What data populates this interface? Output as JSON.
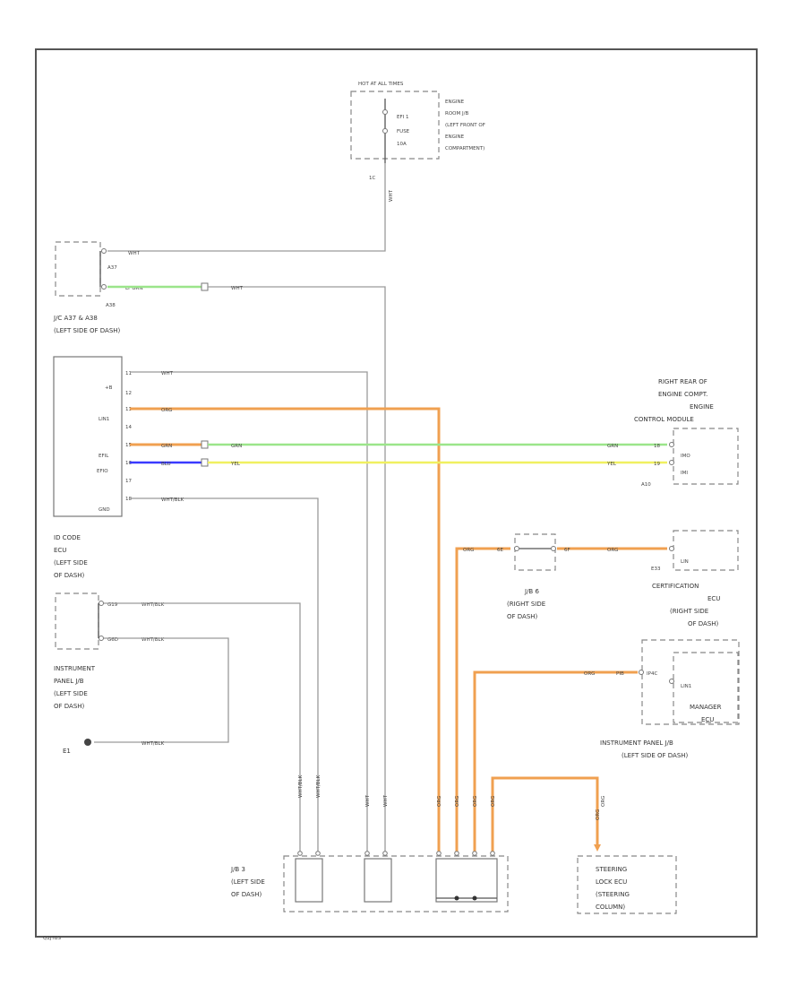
{
  "footer_id": "Q2JTBS",
  "fuse_box": {
    "header": "HOT AT ALL TIMES",
    "fuse": [
      "EFI 1",
      "FUSE",
      "10A"
    ],
    "location": [
      "ENGINE",
      "ROOM J/B",
      "(LEFT FRONT OF",
      "ENGINE",
      "COMPARTMENT)"
    ],
    "pin": "1C",
    "wire": "WHT"
  },
  "jc": {
    "name": [
      "J/C A37 & A38",
      "(LEFT SIDE OF DASH)"
    ],
    "conn1": "A37",
    "conn2": "A38",
    "wire1": "WHT",
    "wire2": "LT GRN",
    "wire2_out": "WHT"
  },
  "idcode": {
    "name": [
      "ID CODE",
      "ECU",
      "(LEFT SIDE",
      "OF DASH)"
    ],
    "pins": [
      "+B",
      "LIN1",
      "EFIL",
      "EFIO",
      "GND"
    ],
    "pin_nums": [
      "11",
      "12",
      "13",
      "14",
      "15",
      "16",
      "17",
      "18"
    ],
    "wires": [
      "WHT",
      "ORG",
      "GRN",
      "BLU",
      "WHT/BLK"
    ],
    "splice_green": "GRN",
    "splice_yellow": "YEL"
  },
  "ecm": {
    "name": [
      "RIGHT REAR OF",
      "ENGINE COMPT.",
      "ENGINE",
      "CONTROL MODULE"
    ],
    "pins": [
      "IMO",
      "IMI"
    ],
    "conn": "A10",
    "wires": [
      "GRN",
      "YEL"
    ],
    "pin_nums": [
      "18",
      "19"
    ]
  },
  "cert": {
    "name": [
      "CERTIFICATION",
      "ECU",
      "(RIGHT SIDE",
      "OF DASH)"
    ],
    "pin": "LIN",
    "conn": "E33",
    "wires": [
      "ORG",
      "ORG",
      "ORG"
    ]
  },
  "jb6": {
    "name": [
      "J/B 6",
      "(RIGHT SIDE",
      "OF DASH)"
    ],
    "pins": [
      "6E",
      "6F"
    ]
  },
  "ipjb": {
    "name": [
      "INSTRUMENT",
      "PANEL J/B",
      "(LEFT SIDE",
      "OF DASH)"
    ],
    "pins": [
      "WHT/BLK",
      "WHT/BLK"
    ],
    "pin_nums": [
      "G19",
      "G6D"
    ]
  },
  "ground": {
    "name": "E1",
    "wire": "WHT/BLK"
  },
  "manager": {
    "name": [
      "MANAGER",
      "ECU"
    ],
    "pin": "LIN1",
    "conn_label": "IP4C",
    "wire": "ORG",
    "pin_num": "PIB"
  },
  "ipjb2": {
    "name": [
      "INSTRUMENT PANEL J/B",
      "(LEFT SIDE OF DASH)"
    ]
  },
  "jb3": {
    "name": [
      "J/B 3",
      "(LEFT SIDE",
      "OF DASH)"
    ]
  },
  "steering": {
    "name": [
      "STEERING",
      "LOCK ECU",
      "(STEERING",
      "COLUMN)"
    ],
    "wire": "ORG"
  },
  "vert_wires": [
    "WHT/BLK",
    "WHT/BLK",
    "WHT",
    "WHT",
    "ORG",
    "ORG",
    "ORG",
    "ORG",
    "ORG"
  ],
  "colors": {
    "orange": "#f0a050",
    "green": "#9be58a",
    "yellow": "#f0f060",
    "blue": "#3a3aff",
    "frame": "#555555"
  }
}
